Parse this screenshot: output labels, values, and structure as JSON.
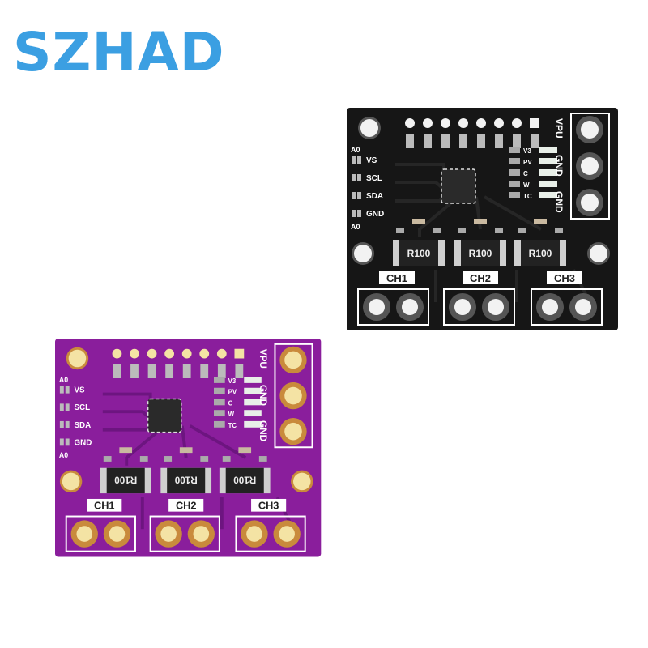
{
  "brand": {
    "logo_text": "SZHAD",
    "color": "#3b9fe2"
  },
  "boards": [
    {
      "variant": "black",
      "colors": {
        "pcb": "#161616",
        "pad": "#f2f2f2",
        "pad_ring": "#555555",
        "silk": "#ffffff",
        "trace": "#262626"
      },
      "left_labels": [
        "A0",
        "VS",
        "SCL",
        "SDA",
        "GND",
        "A0"
      ],
      "header_labels": [
        "VPU",
        "GND",
        "GND"
      ],
      "side_labels": [
        "V3",
        "PV",
        "C",
        "W",
        "TC"
      ],
      "resistor_labels": [
        "R100",
        "R100",
        "R100"
      ],
      "channel_labels": [
        "CH1",
        "CH2",
        "CH3"
      ]
    },
    {
      "variant": "purple",
      "colors": {
        "pcb": "#8a1e9c",
        "pad": "#f4e3a4",
        "pad_ring": "#c98a3c",
        "silk": "#ffffff",
        "trace": "#6d1580"
      },
      "left_labels": [
        "A0",
        "VS",
        "SCL",
        "SDA",
        "GND",
        "A0"
      ],
      "header_labels": [
        "VPU",
        "GND",
        "GND"
      ],
      "side_labels": [
        "V3",
        "PV",
        "C",
        "W",
        "TC"
      ],
      "resistor_labels": [
        "R100",
        "R100",
        "R100"
      ],
      "channel_labels": [
        "CH1",
        "CH2",
        "CH3"
      ]
    }
  ]
}
